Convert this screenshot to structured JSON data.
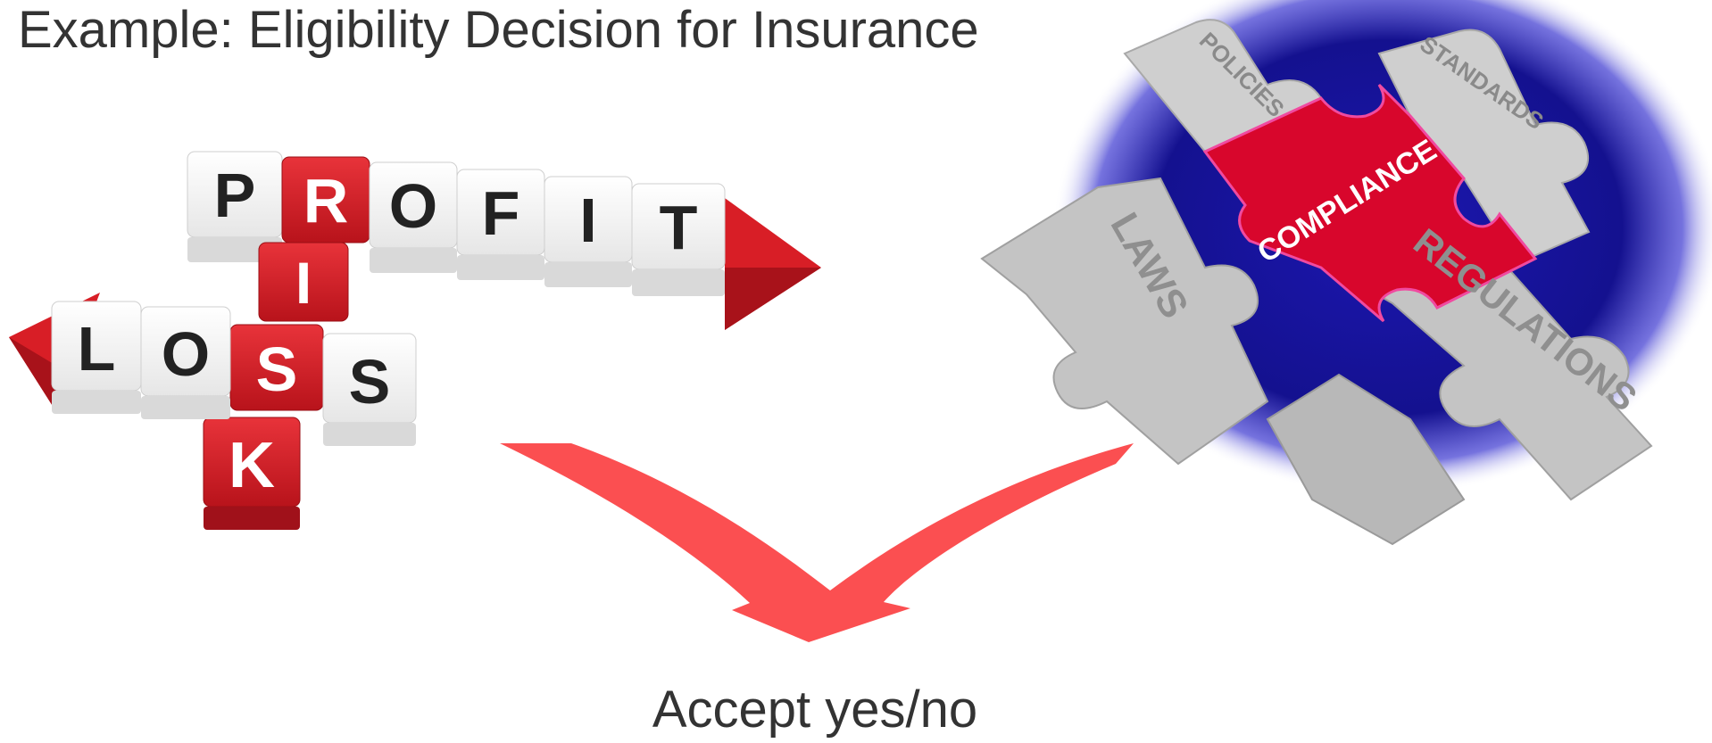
{
  "title": "Example: Eligibility Decision for Insurance",
  "result": "Accept yes/no",
  "risk_image": {
    "words": {
      "profit": [
        "P",
        "R",
        "O",
        "F",
        "I",
        "T"
      ],
      "loss": [
        "L",
        "O",
        "S",
        "S"
      ],
      "risk": [
        "R",
        "I",
        "S",
        "K"
      ]
    }
  },
  "compliance_image": {
    "labels": {
      "center": "COMPLIANCE",
      "top_left": "POLICIES",
      "top_right": "STANDARDS",
      "left": "LAWS",
      "right": "REGULATIONS"
    }
  },
  "colors": {
    "title_text": "#333333",
    "red_tile": "#d81e26",
    "white_tile": "#f4f4f4",
    "arrow": "#fb4f51",
    "puzzle_gray": "#c8c8c8",
    "puzzle_blue": "#1a1a9a",
    "puzzle_red": "#d8062c"
  }
}
